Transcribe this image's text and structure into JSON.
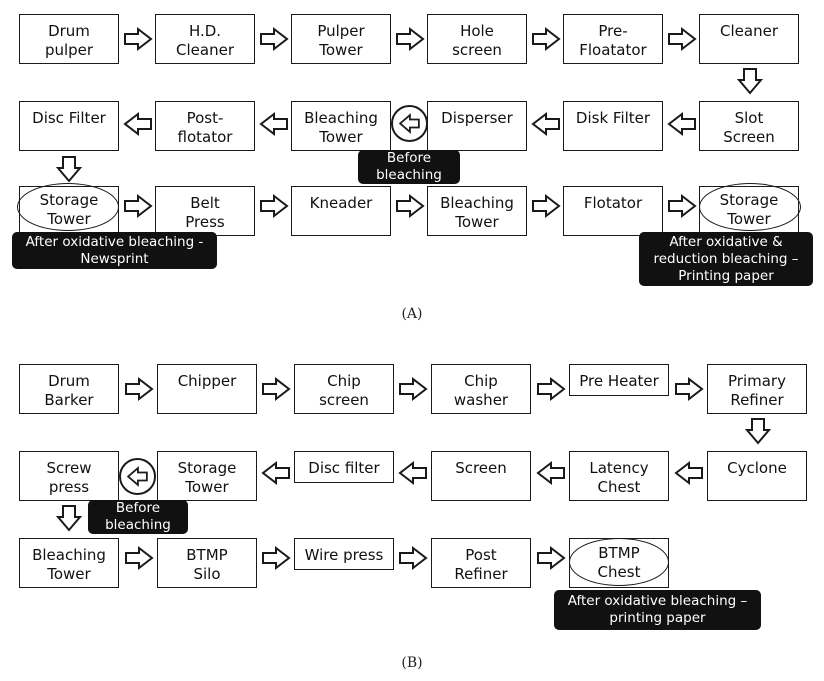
{
  "colors": {
    "stroke": "#1a1a1a",
    "callout_bg": "#111111",
    "callout_text": "#ffffff",
    "box_bg": "#ffffff"
  },
  "diagram_a": {
    "caption": "(A)",
    "row1": [
      {
        "label": "Drum\npulper"
      },
      {
        "label": "H.D.\nCleaner"
      },
      {
        "label": "Pulper\nTower"
      },
      {
        "label": "Hole\nscreen"
      },
      {
        "label": "Pre-\nFloatator"
      },
      {
        "label": "Cleaner"
      }
    ],
    "row2": [
      {
        "label": "Disc Filter"
      },
      {
        "label": "Post-\nflotator"
      },
      {
        "label": "Bleaching\nTower"
      },
      {
        "label": "Disperser"
      },
      {
        "label": "Disk Filter"
      },
      {
        "label": "Slot\nScreen"
      }
    ],
    "row3": [
      {
        "label": "Storage\nTower"
      },
      {
        "label": "Belt\nPress"
      },
      {
        "label": "Kneader"
      },
      {
        "label": "Bleaching\nTower"
      },
      {
        "label": "Flotator"
      },
      {
        "label": "Storage\nTower"
      }
    ],
    "callouts": {
      "before_bleaching": "Before\nbleaching",
      "after_oxidative_newsprint": "After oxidative bleaching -\nNewsprint",
      "after_oxidative_reduction": "After oxidative   &\nreduction bleaching –\nPrinting paper"
    }
  },
  "diagram_b": {
    "caption": "(B)",
    "row1": [
      {
        "label": "Drum\nBarker"
      },
      {
        "label": "Chipper"
      },
      {
        "label": "Chip\nscreen"
      },
      {
        "label": "Chip\nwasher"
      },
      {
        "label": "Pre Heater"
      },
      {
        "label": "Primary\nRefiner"
      }
    ],
    "row2": [
      {
        "label": "Screw\npress"
      },
      {
        "label": "Storage\nTower"
      },
      {
        "label": "Disc filter"
      },
      {
        "label": "Screen"
      },
      {
        "label": "Latency\nChest"
      },
      {
        "label": "Cyclone"
      }
    ],
    "row3": [
      {
        "label": "Bleaching\nTower"
      },
      {
        "label": "BTMP\nSilo"
      },
      {
        "label": "Wire press"
      },
      {
        "label": "Post\nRefiner"
      },
      {
        "label": "BTMP\nChest"
      }
    ],
    "callouts": {
      "before_bleaching": "Before\nbleaching",
      "after_oxidative_printing": "After oxidative bleaching –\nprinting paper"
    }
  }
}
